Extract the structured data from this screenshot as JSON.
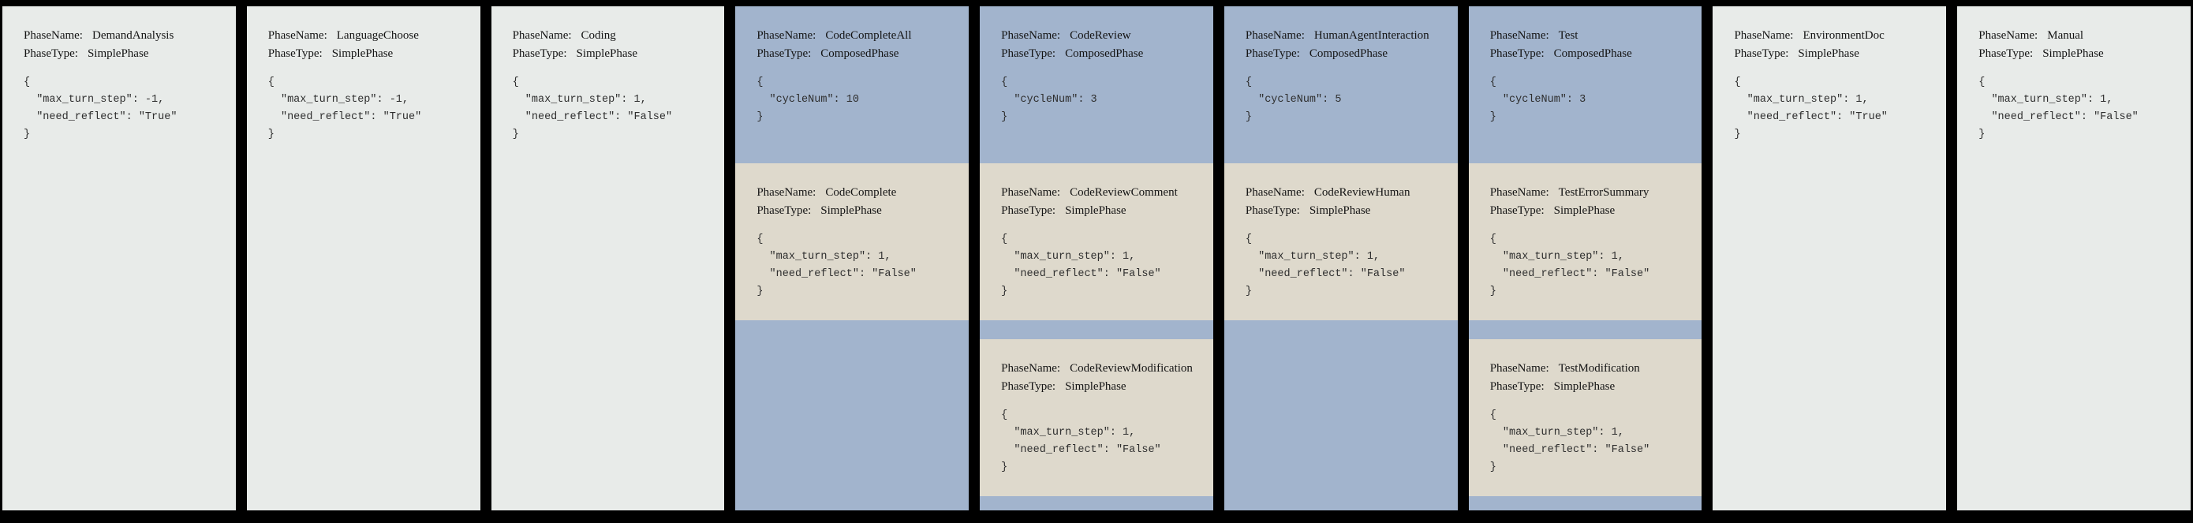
{
  "labels": {
    "phase_name": "PhaseName:",
    "phase_type": "PhaseType:"
  },
  "colors": {
    "canvas_bg": "#000000",
    "simple_phase_bg": "#e8ebe9",
    "composed_phase_bg": "#a2b4cd",
    "subphase_bg": "#ded9cc"
  },
  "phases": [
    {
      "name": "DemandAnalysis",
      "type": "SimplePhase",
      "config": "{\n  \"max_turn_step\": -1,\n  \"need_reflect\": \"True\"\n}"
    },
    {
      "name": "LanguageChoose",
      "type": "SimplePhase",
      "config": "{\n  \"max_turn_step\": -1,\n  \"need_reflect\": \"True\"\n}"
    },
    {
      "name": "Coding",
      "type": "SimplePhase",
      "config": "{\n  \"max_turn_step\": 1,\n  \"need_reflect\": \"False\"\n}"
    },
    {
      "name": "CodeCompleteAll",
      "type": "ComposedPhase",
      "config": "{\n  \"cycleNum\": 10\n}",
      "subphases": [
        {
          "name": "CodeComplete",
          "type": "SimplePhase",
          "config": "{\n  \"max_turn_step\": 1,\n  \"need_reflect\": \"False\"\n}"
        }
      ]
    },
    {
      "name": "CodeReview",
      "type": "ComposedPhase",
      "config": "{\n  \"cycleNum\": 3\n}",
      "subphases": [
        {
          "name": "CodeReviewComment",
          "type": "SimplePhase",
          "config": "{\n  \"max_turn_step\": 1,\n  \"need_reflect\": \"False\"\n}"
        },
        {
          "name": "CodeReviewModification",
          "type": "SimplePhase",
          "config": "{\n  \"max_turn_step\": 1,\n  \"need_reflect\": \"False\"\n}"
        }
      ]
    },
    {
      "name": "HumanAgentInteraction",
      "type": "ComposedPhase",
      "config": "{\n  \"cycleNum\": 5\n}",
      "subphases": [
        {
          "name": "CodeReviewHuman",
          "type": "SimplePhase",
          "config": "{\n  \"max_turn_step\": 1,\n  \"need_reflect\": \"False\"\n}"
        }
      ]
    },
    {
      "name": "Test",
      "type": "ComposedPhase",
      "config": "{\n  \"cycleNum\": 3\n}",
      "subphases": [
        {
          "name": "TestErrorSummary",
          "type": "SimplePhase",
          "config": "{\n  \"max_turn_step\": 1,\n  \"need_reflect\": \"False\"\n}"
        },
        {
          "name": "TestModification",
          "type": "SimplePhase",
          "config": "{\n  \"max_turn_step\": 1,\n  \"need_reflect\": \"False\"\n}"
        }
      ]
    },
    {
      "name": "EnvironmentDoc",
      "type": "SimplePhase",
      "config": "{\n  \"max_turn_step\": 1,\n  \"need_reflect\": \"True\"\n}"
    },
    {
      "name": "Manual",
      "type": "SimplePhase",
      "config": "{\n  \"max_turn_step\": 1,\n  \"need_reflect\": \"False\"\n}"
    }
  ]
}
